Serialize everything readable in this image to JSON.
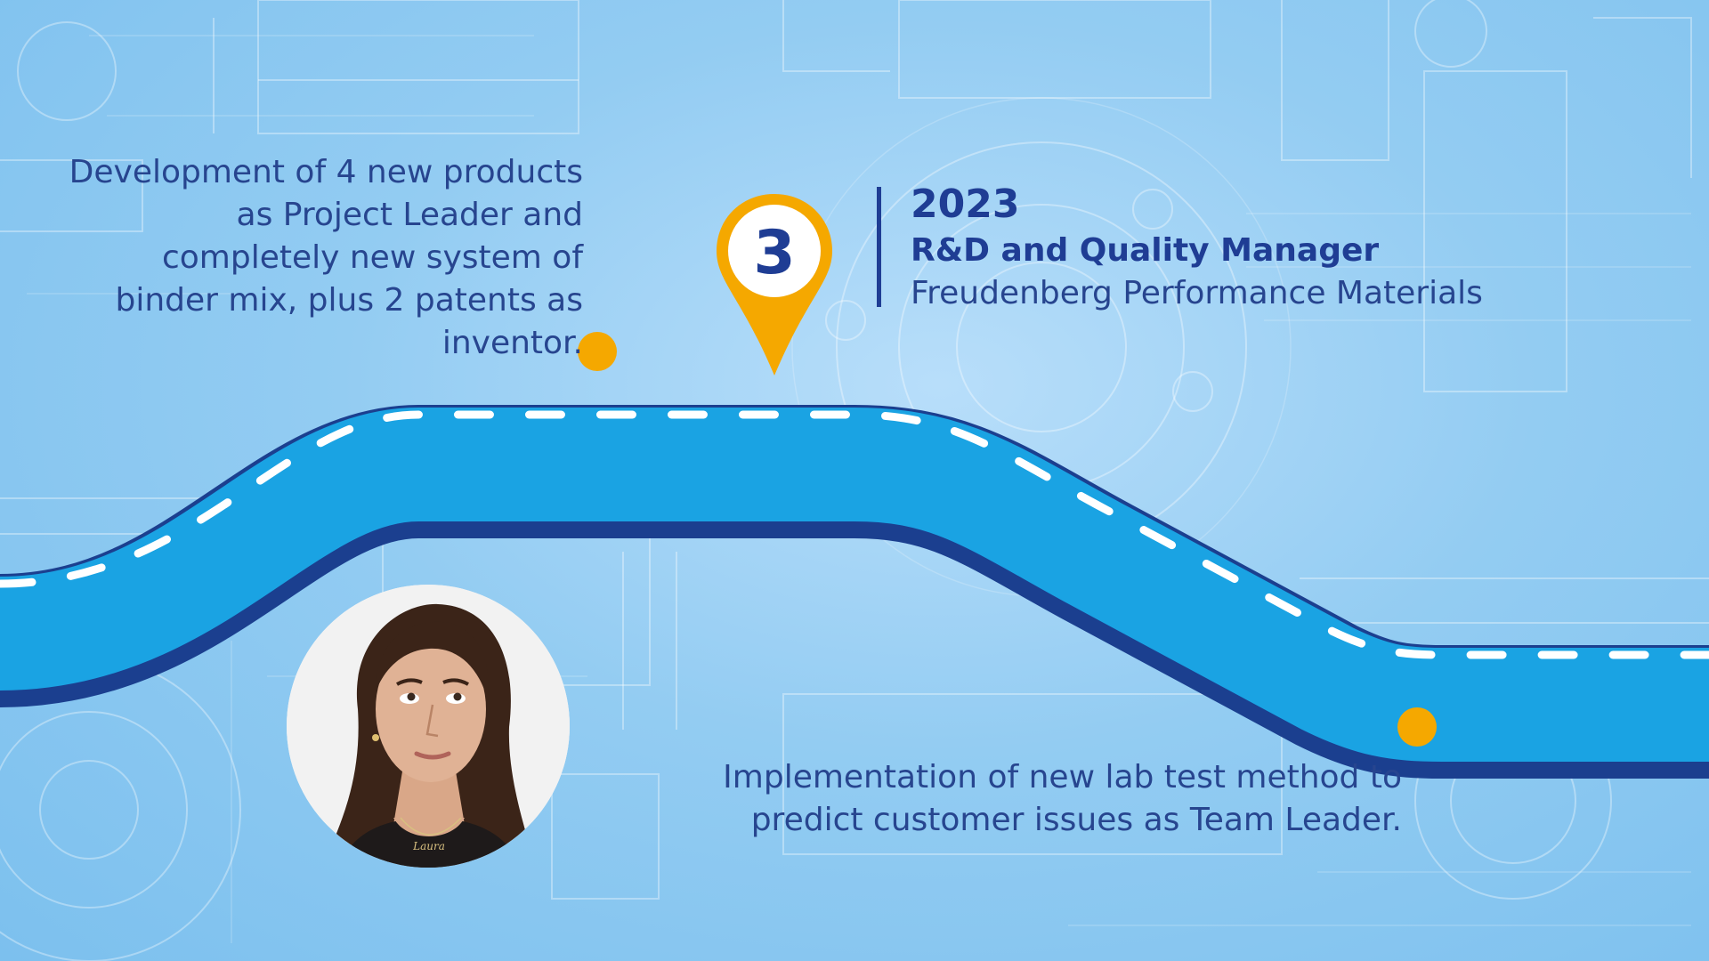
{
  "milestone": {
    "number": "3",
    "year": "2023",
    "role": "R&D and Quality Manager",
    "company": "Freudenberg Performance Materials"
  },
  "achievements": {
    "left_text": "Development of 4 new products as Project Leader and completely new system of binder mix, plus 2 patents as inventor.",
    "bottom_text": "Implementation of new lab test method to predict customer issues as Team Leader."
  },
  "photo": {
    "icon": "portrait-photo",
    "necklace_text": "Laura"
  },
  "colors": {
    "road": "#1aa3e3",
    "road_edge": "#1b3f8f",
    "accent": "#f5a800",
    "text": "#27458f"
  }
}
